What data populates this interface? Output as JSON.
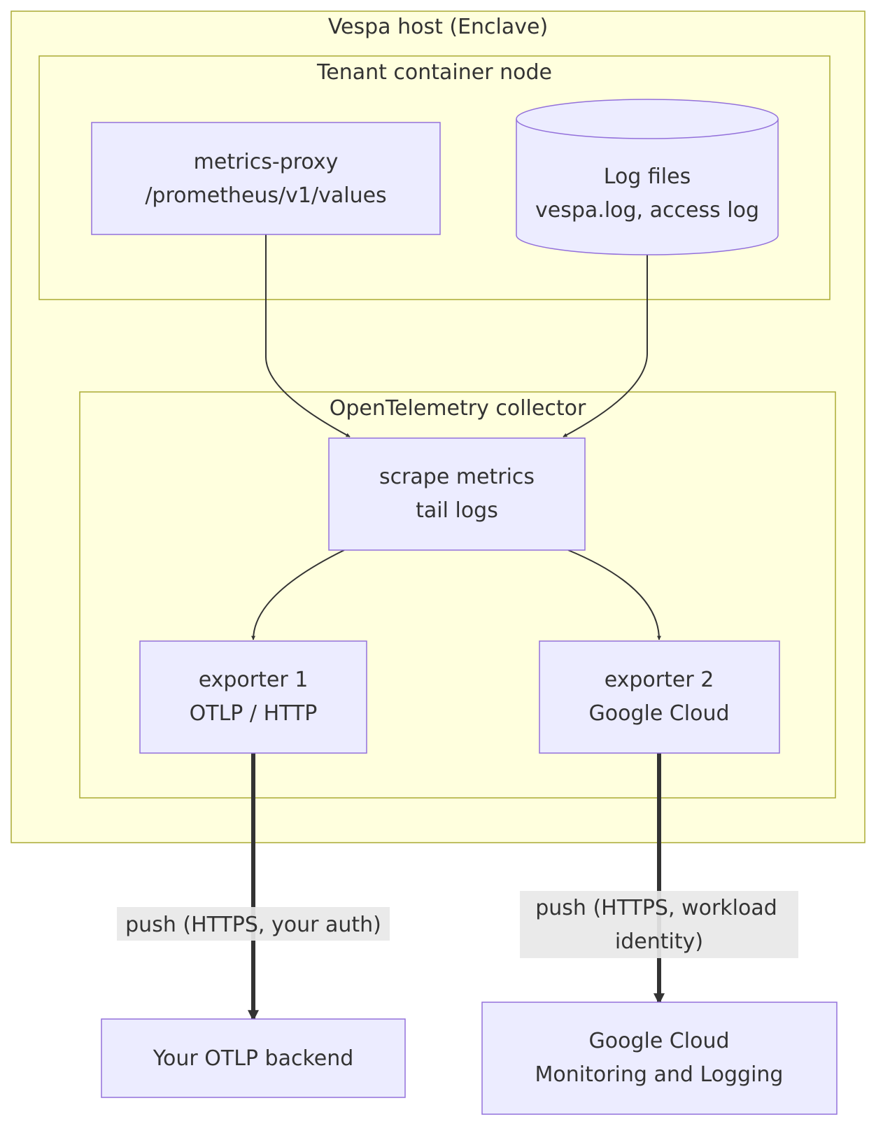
{
  "clusters": {
    "host": "Vespa host (Enclave)",
    "tenant": "Tenant container node",
    "otel": "OpenTelemetry collector"
  },
  "nodes": {
    "metrics_proxy": [
      "metrics-proxy",
      "/prometheus/v1/values"
    ],
    "log_files": [
      "Log files",
      "vespa.log, access log"
    ],
    "scrape": [
      "scrape metrics",
      "tail logs"
    ],
    "exporter1": [
      "exporter 1",
      "OTLP / HTTP"
    ],
    "exporter2": [
      "exporter 2",
      "Google Cloud"
    ],
    "otlp_backend": [
      "Your OTLP backend"
    ],
    "gcloud": [
      "Google Cloud",
      "Monitoring and Logging"
    ]
  },
  "edge_labels": {
    "push_auth": [
      "push (HTTPS, your auth)"
    ],
    "push_workload": [
      "push (HTTPS, workload",
      "identity)"
    ]
  },
  "colors": {
    "cluster_fill": "#ffffde",
    "cluster_stroke": "#aaaa33",
    "node_fill": "#ececff",
    "node_stroke": "#9370db",
    "edge": "#333333",
    "edge_label_bg": "#e8e8e8"
  }
}
